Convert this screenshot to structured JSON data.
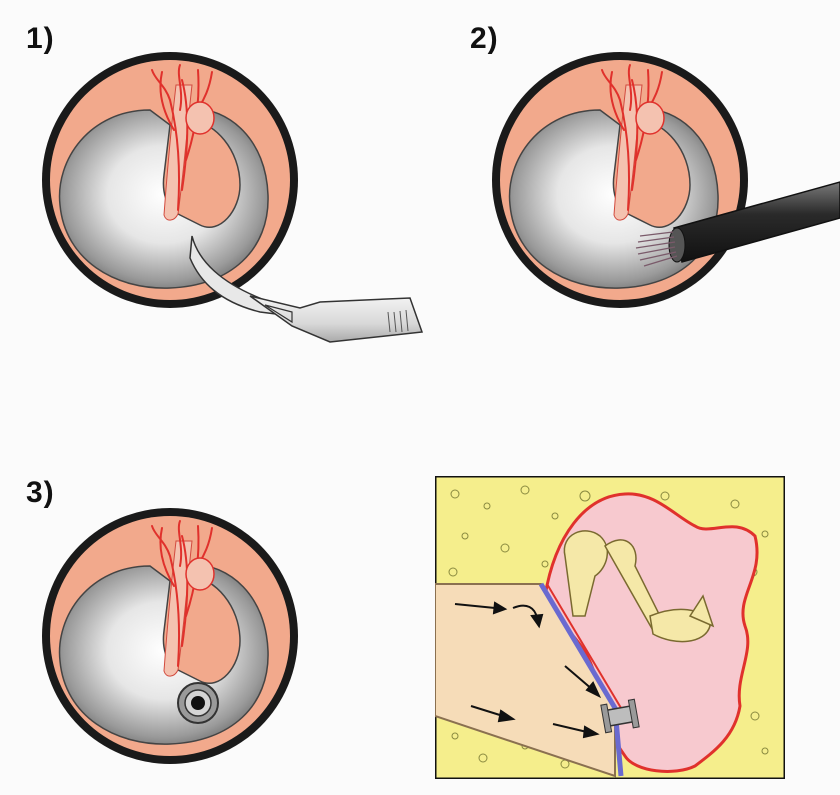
{
  "figure": {
    "steps": [
      {
        "label": "1)",
        "instrument": "scalpel",
        "description_key": "incision"
      },
      {
        "label": "2)",
        "instrument": "brush-probe",
        "description_key": "suction"
      },
      {
        "label": "3)",
        "instrument": "ventilation-tube",
        "description_key": "tube-placed"
      }
    ],
    "colors": {
      "skin": "#f2a98c",
      "rim": "#1a1a1a",
      "membrane_light": "#f4f4f4",
      "membrane_dark": "#6a6a6a",
      "vessels": "#e0312c",
      "bone": "#f5ee8c",
      "middle_ear": "#f7c9cf",
      "canal": "#f6dcb8",
      "membrane_layer": "#6a6ad0"
    },
    "icons": [
      "scalpel-icon",
      "brush-probe-icon",
      "grommet-icon",
      "arrow-icon"
    ]
  }
}
